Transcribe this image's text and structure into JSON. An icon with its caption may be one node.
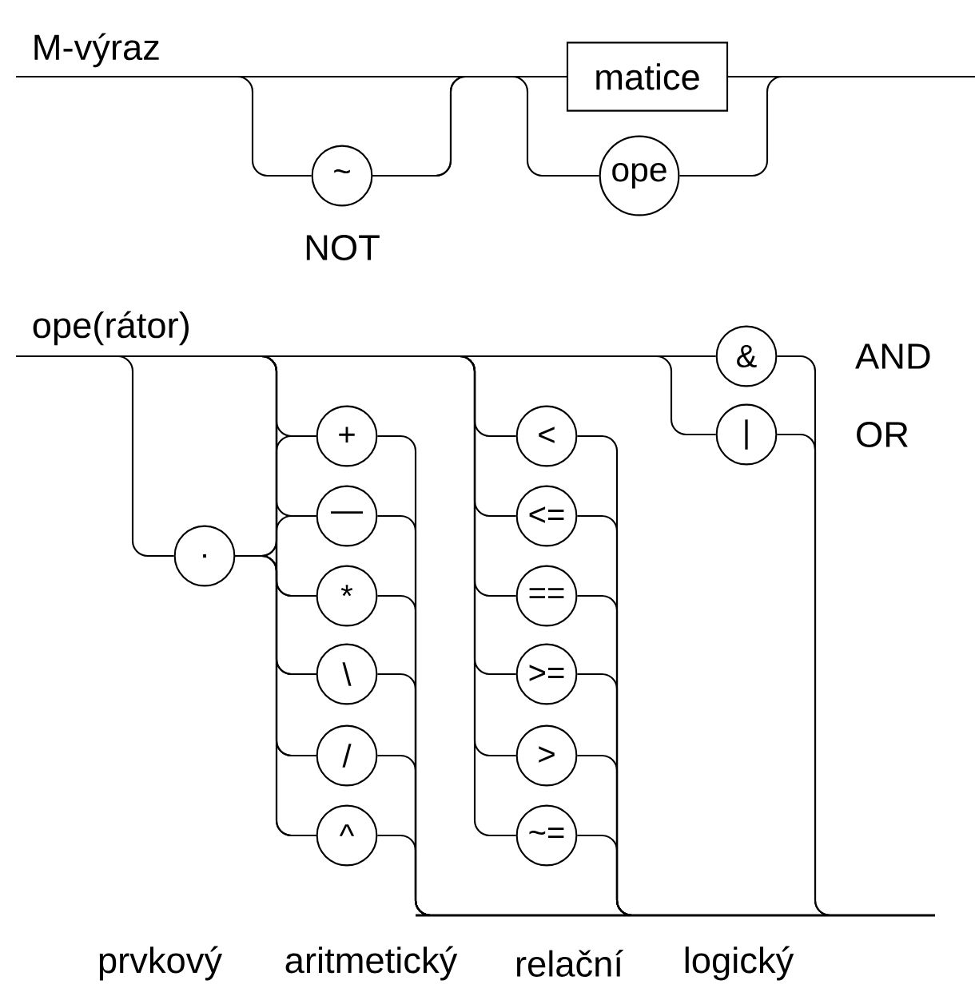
{
  "diagram": {
    "nodes": [
      {
        "text": [
          "~"
        ],
        "beside": [
          "NOT"
        ]
      },
      {
        "text": [
          "matice"
        ]
      },
      {
        "text": [
          "ope"
        ]
      },
      {
        "text": [
          "."
        ]
      },
      {
        "text": [
          "+"
        ]
      },
      {
        "text": [
          "—"
        ]
      },
      {
        "text": [
          "*"
        ]
      },
      {
        "text": [
          "\\"
        ]
      },
      {
        "text": [
          "/"
        ]
      },
      {
        "text": [
          "^"
        ]
      },
      {
        "text": [
          "<"
        ]
      },
      {
        "text": [
          "<="
        ]
      },
      {
        "text": [
          "=="
        ]
      },
      {
        "text": [
          ">="
        ]
      },
      {
        "text": [
          ">"
        ]
      },
      {
        "text": [
          "~="
        ]
      },
      {
        "text": [
          "&"
        ],
        "beside": [
          "AND"
        ]
      },
      {
        "text": [
          "|"
        ],
        "beside": [
          "OR"
        ]
      }
    ],
    "edges": [
      {
        "from": 0,
        "to": 1,
        "arrow": "none"
      },
      {
        "from": 0,
        "to": 2,
        "arrow": "none"
      },
      {
        "from": 3,
        "to": 4,
        "arrow": "none"
      },
      {
        "from": 3,
        "to": 5,
        "arrow": "none"
      },
      {
        "from": 3,
        "to": 6,
        "arrow": "none"
      },
      {
        "from": 3,
        "to": 7,
        "arrow": "none"
      },
      {
        "from": 3,
        "to": 8,
        "arrow": "none"
      },
      {
        "from": 3,
        "to": 9,
        "arrow": "none"
      }
    ],
    "labels": [
      "M-výraz",
      "ope(rátor)",
      "prvkový",
      "aritmetický",
      "relační",
      "logický"
    ]
  }
}
